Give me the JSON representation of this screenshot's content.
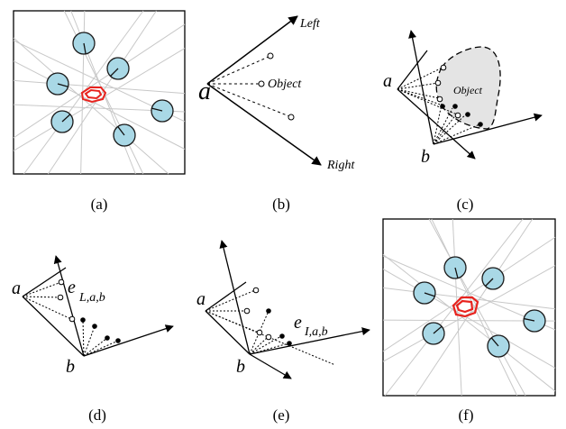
{
  "panels": {
    "a": {
      "caption": "(a)"
    },
    "b": {
      "caption": "(b)",
      "point_a": "a",
      "left": "Left",
      "right": "Right",
      "object": "Object"
    },
    "c": {
      "caption": "(c)",
      "point_a": "a",
      "point_b": "b",
      "object": "Object"
    },
    "d": {
      "caption": "(d)",
      "point_a": "a",
      "point_b": "b",
      "e_main": "e",
      "e_sub": "L,a,b"
    },
    "e": {
      "caption": "(e)",
      "point_a": "a",
      "point_b": "b",
      "e_main": "e",
      "e_sub": "I,a,b"
    },
    "f": {
      "caption": "(f)"
    }
  },
  "colors": {
    "camera_fill": "#a9d8e6",
    "object_outline": "#e8231e",
    "object_region_fill": "#e4e4e4",
    "ray_gray": "#c8c8c8"
  }
}
